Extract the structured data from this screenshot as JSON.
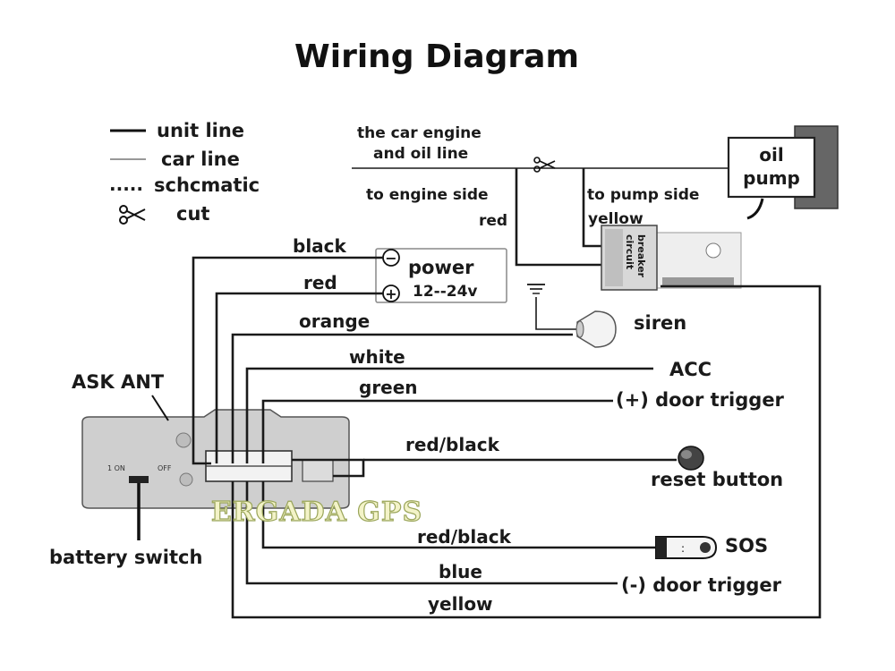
{
  "title": "Wiring Diagram",
  "legend": {
    "unit_line": "unit line",
    "car_line": "car line",
    "schematic": "schcmatic",
    "schematic_prefix": ".....",
    "cut": "cut"
  },
  "engine": {
    "line_label_1": "the car engine",
    "line_label_2": "and oil line",
    "engine_side": "to engine side",
    "pump_side": "to pump side",
    "red": "red",
    "yellow": "yellow",
    "oil_pump_1": "oil",
    "oil_pump_2": "pump",
    "circuit_breaker_1": "circuit",
    "circuit_breaker_2": "breaker"
  },
  "power": {
    "label": "power",
    "voltage": "12--24v",
    "minus": "−",
    "plus": "+"
  },
  "wires": {
    "black": "black",
    "red": "red",
    "orange": "orange",
    "white": "white",
    "green": "green",
    "red_black_1": "red/black",
    "red_black_2": "red/black",
    "blue": "blue",
    "yellow": "yellow"
  },
  "devices": {
    "siren": "siren",
    "acc": "ACC",
    "door_trigger_pos": "(+) door trigger",
    "reset_button": "reset button",
    "sos": "SOS",
    "door_trigger_neg": "(-) door trigger"
  },
  "unit": {
    "ask_ant": "ASK ANT",
    "battery_switch": "battery switch",
    "on": "1 ON",
    "off": "OFF"
  },
  "watermark": "ERGADA GPS"
}
